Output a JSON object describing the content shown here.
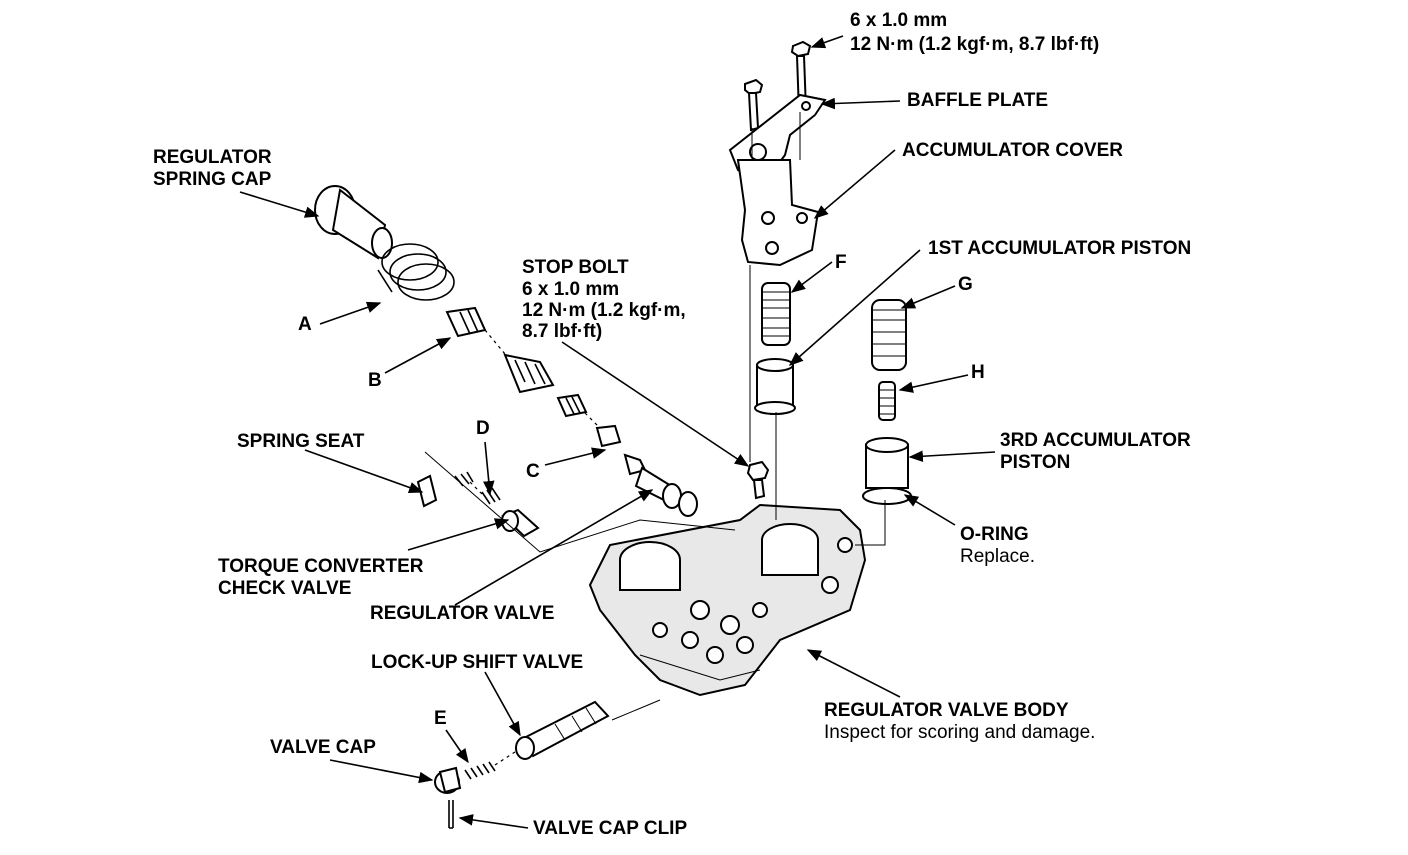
{
  "labels": {
    "bolt_top": [
      "6 x 1.0 mm",
      "12 N·m (1.2 kgf·m, 8.7 lbf·ft)"
    ],
    "baffle_plate": "BAFFLE PLATE",
    "accumulator_cover": "ACCUMULATOR COVER",
    "regulator_spring_cap": [
      "REGULATOR",
      "SPRING CAP"
    ],
    "first_accumulator_piston": "1ST ACCUMULATOR PISTON",
    "stop_bolt": [
      "STOP BOLT",
      "6 x 1.0 mm",
      "12 N·m (1.2 kgf·m,",
      "8.7 lbf·ft)"
    ],
    "f": "F",
    "g": "G",
    "h": "H",
    "a": "A",
    "b": "B",
    "c": "C",
    "d": "D",
    "e": "E",
    "spring_seat": "SPRING SEAT",
    "third_accumulator_piston": [
      "3RD ACCUMULATOR",
      "PISTON"
    ],
    "o_ring": "O-RING",
    "o_ring_note": "Replace.",
    "torque_converter_check_valve": [
      "TORQUE CONVERTER",
      "CHECK VALVE"
    ],
    "regulator_valve": "REGULATOR VALVE",
    "lock_up_shift_valve": "LOCK-UP SHIFT VALVE",
    "regulator_valve_body": "REGULATOR VALVE BODY",
    "regulator_valve_body_note": "Inspect for scoring and damage.",
    "valve_cap": "VALVE CAP",
    "valve_cap_clip": "VALVE CAP CLIP"
  }
}
